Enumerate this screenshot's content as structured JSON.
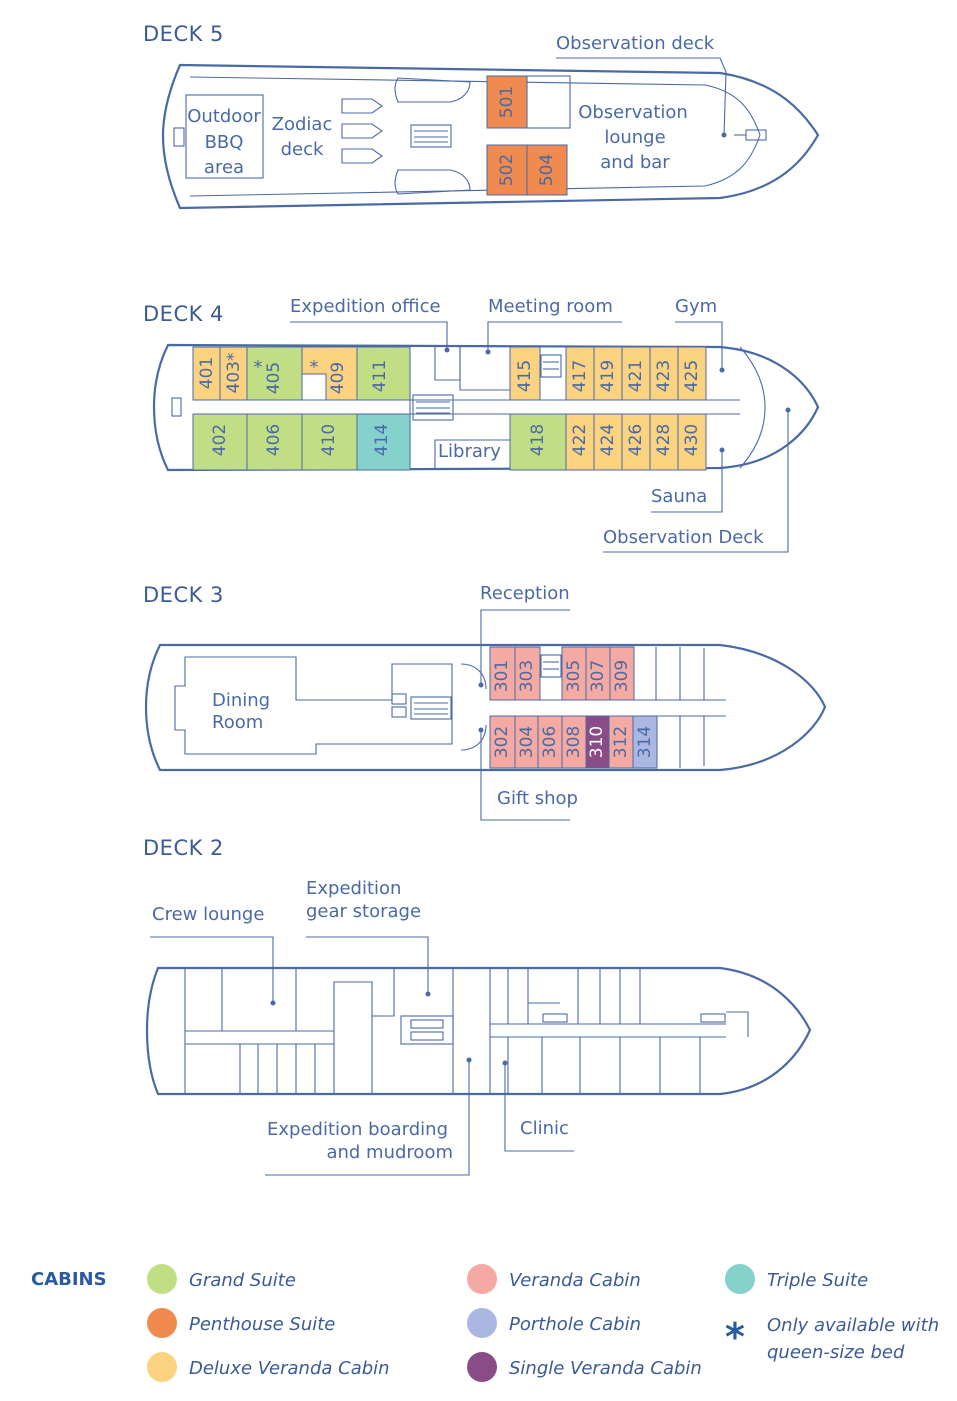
{
  "decks": {
    "d5": {
      "title": "DECK 5"
    },
    "d4": {
      "title": "DECK 4"
    },
    "d3": {
      "title": "DECK 3"
    },
    "d2": {
      "title": "DECK 2"
    }
  },
  "labels": {
    "outdoor_bbq": [
      "Outdoor",
      "BBQ",
      "area"
    ],
    "zodiac_deck": [
      "Zodiac",
      "deck"
    ],
    "observation_deck_5": "Observation deck",
    "observation_lounge": [
      "Observation",
      "lounge",
      "and bar"
    ],
    "expedition_office": "Expedition office",
    "meeting_room": "Meeting room",
    "gym": "Gym",
    "library": "Library",
    "sauna": "Sauna",
    "observation_deck_4": "Observation Deck",
    "reception": "Reception",
    "dining_room": [
      "Dining",
      "Room"
    ],
    "gift_shop": "Gift shop",
    "crew_lounge": "Crew lounge",
    "expedition_gear": [
      "Expedition",
      "gear storage"
    ],
    "expedition_boarding": [
      "Expedition boarding",
      "and mudroom"
    ],
    "clinic": "Clinic",
    "star_405": "*",
    "star_409": "*"
  },
  "colors": {
    "grand_suite": "#c2de85",
    "penthouse_suite": "#f08a4e",
    "deluxe_veranda": "#fbd27f",
    "veranda_cabin": "#f4aaa3",
    "porthole_cabin": "#a9b7e2",
    "single_veranda": "#8a4c86",
    "triple_suite": "#85d2cc",
    "line": "#4a6aa5",
    "asterisk": "#2a5aa0"
  },
  "cabins": [
    {
      "num": "501",
      "type": "penthouse_suite"
    },
    {
      "num": "502",
      "type": "penthouse_suite"
    },
    {
      "num": "504",
      "type": "penthouse_suite"
    },
    {
      "num": "401",
      "type": "deluxe_veranda"
    },
    {
      "num": "403*",
      "type": "deluxe_veranda"
    },
    {
      "num": "405",
      "type": "grand_suite"
    },
    {
      "num": "409",
      "type": "deluxe_veranda"
    },
    {
      "num": "411",
      "type": "grand_suite"
    },
    {
      "num": "402",
      "type": "grand_suite"
    },
    {
      "num": "406",
      "type": "grand_suite"
    },
    {
      "num": "410",
      "type": "grand_suite"
    },
    {
      "num": "414",
      "type": "triple_suite"
    },
    {
      "num": "415",
      "type": "deluxe_veranda"
    },
    {
      "num": "417",
      "type": "deluxe_veranda"
    },
    {
      "num": "419",
      "type": "deluxe_veranda"
    },
    {
      "num": "421",
      "type": "deluxe_veranda"
    },
    {
      "num": "423",
      "type": "deluxe_veranda"
    },
    {
      "num": "425",
      "type": "deluxe_veranda"
    },
    {
      "num": "418",
      "type": "grand_suite"
    },
    {
      "num": "422",
      "type": "deluxe_veranda"
    },
    {
      "num": "424",
      "type": "deluxe_veranda"
    },
    {
      "num": "426",
      "type": "deluxe_veranda"
    },
    {
      "num": "428",
      "type": "deluxe_veranda"
    },
    {
      "num": "430",
      "type": "deluxe_veranda"
    },
    {
      "num": "301",
      "type": "veranda_cabin"
    },
    {
      "num": "303",
      "type": "veranda_cabin"
    },
    {
      "num": "305",
      "type": "veranda_cabin"
    },
    {
      "num": "307",
      "type": "veranda_cabin"
    },
    {
      "num": "309",
      "type": "veranda_cabin"
    },
    {
      "num": "302",
      "type": "veranda_cabin"
    },
    {
      "num": "304",
      "type": "veranda_cabin"
    },
    {
      "num": "306",
      "type": "veranda_cabin"
    },
    {
      "num": "308",
      "type": "veranda_cabin"
    },
    {
      "num": "310",
      "type": "single_veranda"
    },
    {
      "num": "312",
      "type": "veranda_cabin"
    },
    {
      "num": "314",
      "type": "porthole_cabin"
    }
  ],
  "legend": {
    "heading": "CABINS",
    "items": [
      {
        "key": "grand_suite",
        "label": "Grand Suite"
      },
      {
        "key": "penthouse_suite",
        "label": "Penthouse Suite"
      },
      {
        "key": "deluxe_veranda",
        "label": "Deluxe Veranda Cabin"
      },
      {
        "key": "veranda_cabin",
        "label": "Veranda Cabin"
      },
      {
        "key": "porthole_cabin",
        "label": "Porthole Cabin"
      },
      {
        "key": "single_veranda",
        "label": "Single Veranda Cabin"
      },
      {
        "key": "triple_suite",
        "label": "Triple Suite"
      }
    ],
    "asterisk_symbol": "*",
    "asterisk_note": [
      "Only available with",
      "queen-size bed"
    ]
  }
}
